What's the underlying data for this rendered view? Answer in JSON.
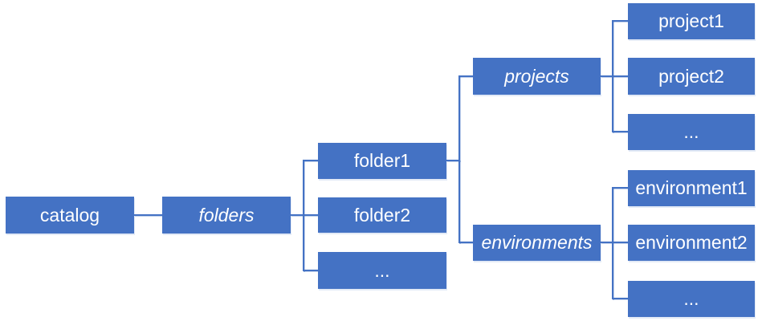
{
  "diagram": {
    "colors": {
      "box_fill": "#4472C4",
      "box_text": "#FFFFFF",
      "connector": "#4472C4"
    },
    "nodes": {
      "catalog": {
        "label": "catalog",
        "style": "normal"
      },
      "folders": {
        "label": "folders",
        "style": "italic"
      },
      "folder1": {
        "label": "folder1",
        "style": "normal"
      },
      "folder2": {
        "label": "folder2",
        "style": "normal"
      },
      "folder_more": {
        "label": "...",
        "style": "normal"
      },
      "projects": {
        "label": "projects",
        "style": "italic"
      },
      "project1": {
        "label": "project1",
        "style": "normal"
      },
      "project2": {
        "label": "project2",
        "style": "normal"
      },
      "project_more": {
        "label": "...",
        "style": "normal"
      },
      "environments": {
        "label": "environments",
        "style": "italic"
      },
      "environment1": {
        "label": "environment1",
        "style": "normal"
      },
      "environment2": {
        "label": "environment2",
        "style": "normal"
      },
      "environment_more": {
        "label": "...",
        "style": "normal"
      }
    },
    "edges": [
      {
        "from": "catalog",
        "to": "folders"
      },
      {
        "from": "folders",
        "to": "folder1"
      },
      {
        "from": "folders",
        "to": "folder2"
      },
      {
        "from": "folders",
        "to": "folder_more"
      },
      {
        "from": "folder1",
        "to": "projects"
      },
      {
        "from": "folder1",
        "to": "environments"
      },
      {
        "from": "projects",
        "to": "project1"
      },
      {
        "from": "projects",
        "to": "project2"
      },
      {
        "from": "projects",
        "to": "project_more"
      },
      {
        "from": "environments",
        "to": "environment1"
      },
      {
        "from": "environments",
        "to": "environment2"
      },
      {
        "from": "environments",
        "to": "environment_more"
      }
    ]
  }
}
